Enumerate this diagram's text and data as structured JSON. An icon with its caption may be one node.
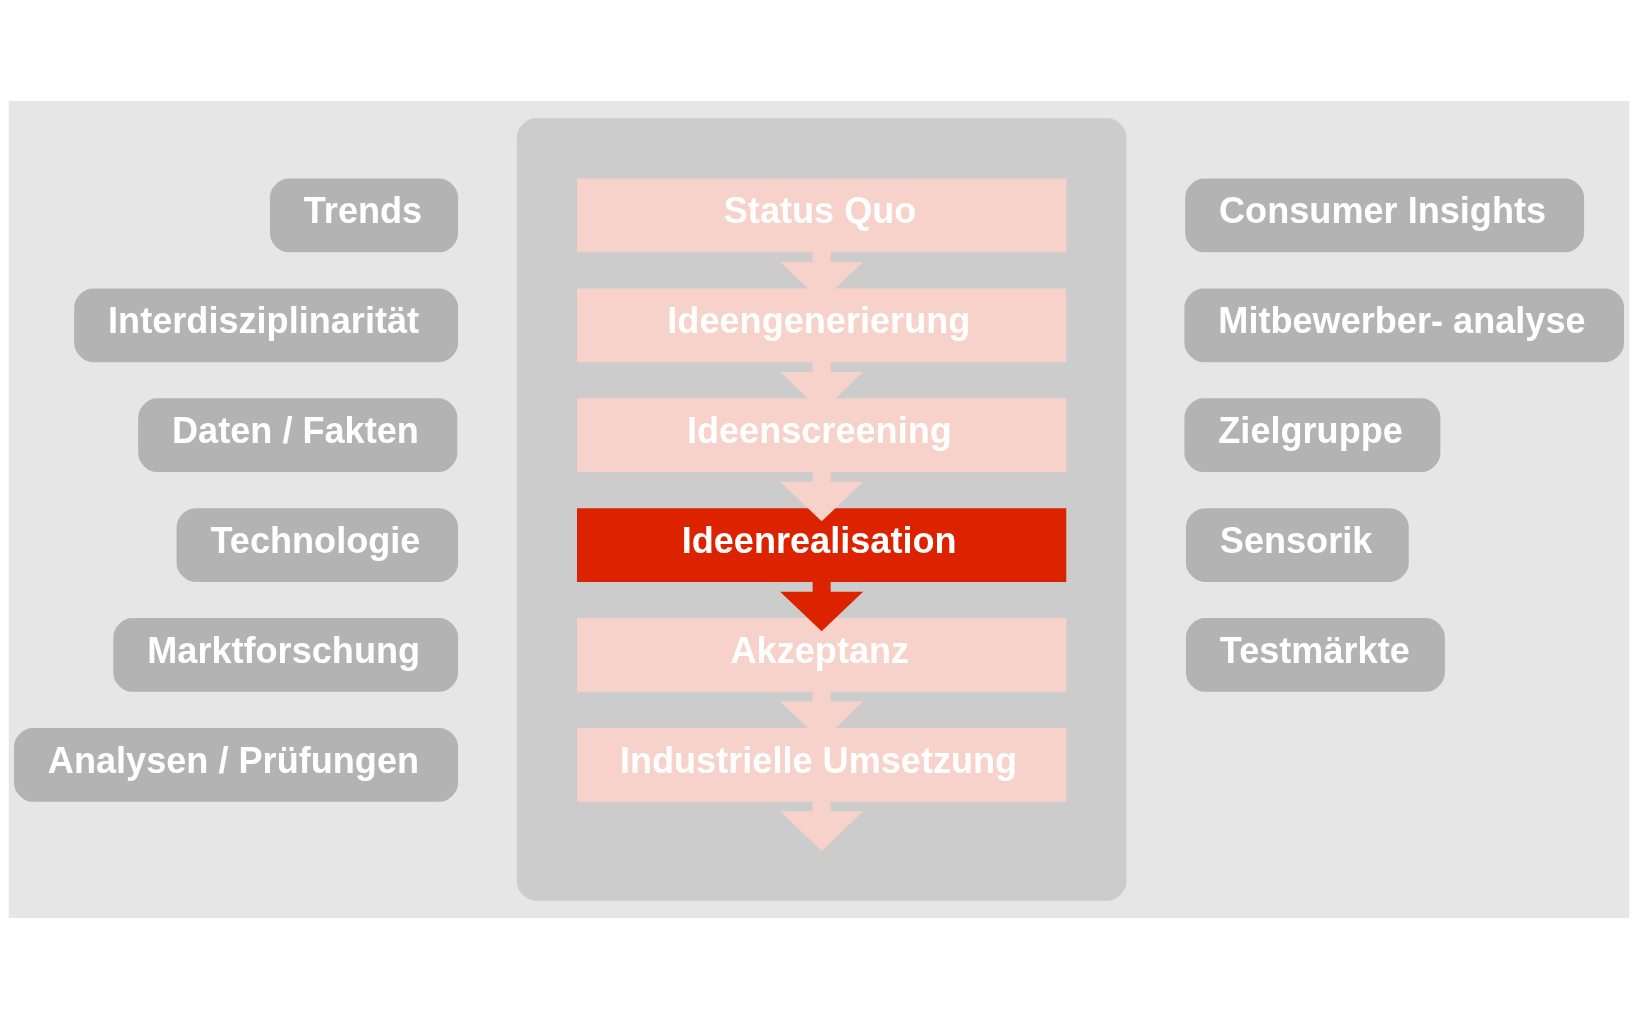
{
  "diagram": {
    "nodes": [
      {
        "text": [],
        "shape": "ellipse"
      },
      {
        "text": [
          "Status Quo"
        ],
        "in": 0
      },
      {
        "text": [
          "Ideengenerierung"
        ],
        "in": 0
      },
      {
        "text": [
          "Ideenscreening"
        ],
        "in": 0
      },
      {
        "text": [
          "Ideenrealisation"
        ],
        "in": 0
      },
      {
        "text": [
          "Akzeptanz"
        ],
        "in": 0
      },
      {
        "text": [
          "Industrielle Umsetzung"
        ],
        "in": 0
      },
      {
        "text": [
          "Trends"
        ]
      },
      {
        "text": [
          "Interdisziplinarität"
        ]
      },
      {
        "text": [
          "Daten / Fakten"
        ]
      },
      {
        "text": [
          "Technologie"
        ]
      },
      {
        "text": [
          "Marktforschung"
        ]
      },
      {
        "text": [
          "Analysen / Prüfungen"
        ]
      },
      {
        "text": [
          "Consumer Insights"
        ]
      },
      {
        "text": [
          "Mitbewerber- analyse"
        ]
      },
      {
        "text": [
          "Zielgruppe"
        ]
      },
      {
        "text": [
          "Sensorik"
        ]
      },
      {
        "text": [
          "Testmärkte"
        ]
      }
    ],
    "edges": [
      {
        "from": 1,
        "to": 2,
        "arrow": "to"
      },
      {
        "from": 2,
        "to": 3,
        "arrow": "to"
      },
      {
        "from": 3,
        "to": 4,
        "arrow": "to"
      },
      {
        "from": 4,
        "to": 5,
        "arrow": "to",
        "color": "#dd2200"
      },
      {
        "from": 5,
        "to": 6,
        "arrow": "to"
      },
      {
        "from": 6,
        "to": null,
        "arrow": "to"
      }
    ]
  }
}
